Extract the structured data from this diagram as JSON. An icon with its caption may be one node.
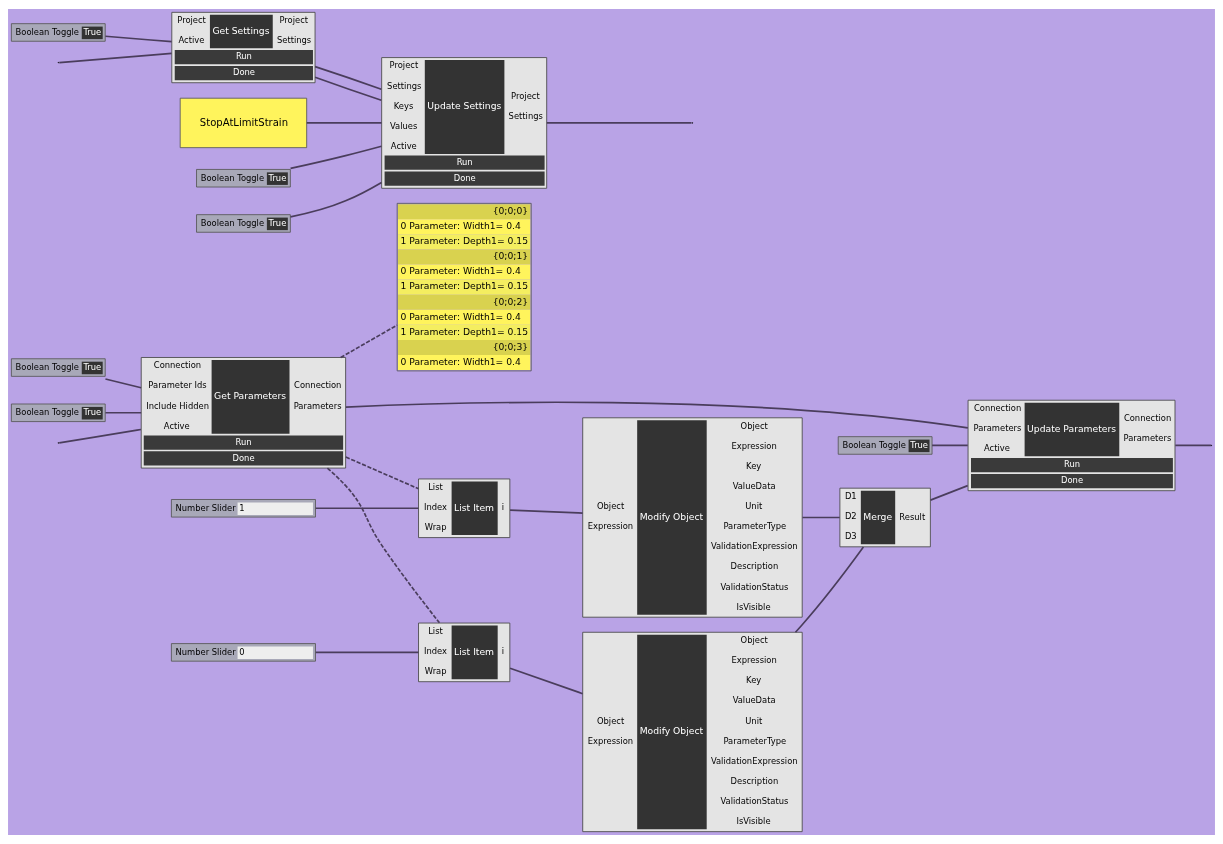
{
  "diagram": {
    "nodes": [
      {
        "text": [
          "{0;0;0}",
          "0 Parameter: Width1= 0.4",
          "1 Parameter: Depth1= 0.15",
          "{0;0;1}",
          "0 Parameter: Width1= 0.4",
          "1 Parameter: Depth1= 0.15",
          "{0;0;2}",
          "0 Parameter: Width1= 0.4",
          "1 Parameter: Depth1= 0.15",
          "{0;0;3}",
          "0 Parameter: Width1= 0.4"
        ]
      },
      {
        "text": [
          "Boolean Toggle",
          "True"
        ]
      },
      {
        "text": [
          "Project",
          "Active",
          "Get Settings",
          "Project",
          "Settings",
          "Run",
          "Done"
        ]
      },
      {
        "text": [
          "Project",
          "Settings",
          "Keys",
          "Values",
          "Active",
          "Update Settings",
          "Project",
          "Settings",
          "Run",
          "Done"
        ]
      },
      {
        "text": [
          "StopAtLimitStrain"
        ]
      },
      {
        "text": [
          "Boolean Toggle",
          "True"
        ]
      },
      {
        "text": [
          "Boolean Toggle",
          "True"
        ]
      },
      {
        "text": [
          "Boolean Toggle",
          "True"
        ]
      },
      {
        "text": [
          "Boolean Toggle",
          "True"
        ]
      },
      {
        "text": [
          "Connection",
          "Parameter Ids",
          "Include Hidden",
          "Active",
          "Get Parameters",
          "Connection",
          "Parameters",
          "Run",
          "Done"
        ]
      },
      {
        "text": [
          "Connection",
          "Parameters",
          "Active",
          "Update Parameters",
          "Connection",
          "Parameters",
          "Run",
          "Done"
        ]
      },
      {
        "text": [
          "Boolean Toggle",
          "True"
        ]
      },
      {
        "text": [
          "Number Slider",
          "0"
        ]
      },
      {
        "text": [
          "List",
          "Index",
          "Wrap",
          "List Item",
          "i"
        ]
      },
      {
        "text": [
          "Object",
          "Expression",
          "Modify Object",
          "Object",
          "Expression",
          "Key",
          "ValueData",
          "Unit",
          "ParameterType",
          "ValidationExpression",
          "Description",
          "ValidationStatus",
          "IsVisible"
        ]
      },
      {
        "text": [
          "D1",
          "D2",
          "D3",
          "Merge",
          "Result"
        ]
      },
      {
        "text": [
          "Number Slider",
          "1"
        ]
      },
      {
        "text": [
          "List",
          "Index",
          "Wrap",
          "List Item",
          "i"
        ]
      },
      {
        "text": [
          "Object",
          "Expression",
          "Modify Object",
          "Object",
          "Expression",
          "Key",
          "ValueData",
          "Unit",
          "ParameterType",
          "ValidationExpression",
          "Description",
          "ValidationStatus",
          "IsVisible"
        ]
      }
    ],
    "edges": [
      {
        "from": null,
        "to": 2,
        "arrow": "none"
      },
      {
        "from": 1,
        "to": 2,
        "arrow": "none"
      },
      {
        "from": 2,
        "to": 3,
        "arrow": "none"
      },
      {
        "from": 2,
        "to": 3,
        "arrow": "none"
      },
      {
        "from": 4,
        "to": 3,
        "arrow": "none"
      },
      {
        "from": 5,
        "to": 3,
        "arrow": "none"
      },
      {
        "from": 6,
        "to": 3,
        "arrow": "none"
      },
      {
        "from": 3,
        "to": null,
        "arrow": "none"
      },
      {
        "from": null,
        "to": 9,
        "arrow": "none"
      },
      {
        "from": 7,
        "to": 9,
        "arrow": "none"
      },
      {
        "from": 8,
        "to": 9,
        "arrow": "none"
      },
      {
        "from": 9,
        "to": 10,
        "arrow": "none"
      },
      {
        "from": 10,
        "to": null,
        "arrow": "none"
      },
      {
        "from": 9,
        "to": 0,
        "arrow": "none",
        "style": "dashed"
      },
      {
        "from": 9,
        "to": 13,
        "arrow": "none",
        "style": "dashed"
      },
      {
        "from": 9,
        "to": 17,
        "arrow": "none",
        "style": "dashed"
      },
      {
        "from": 12,
        "to": 13,
        "arrow": "none"
      },
      {
        "from": 13,
        "to": 14,
        "arrow": "none"
      },
      {
        "from": 14,
        "to": 15,
        "arrow": "none"
      },
      {
        "from": 18,
        "to": 15,
        "arrow": "none"
      },
      {
        "from": 15,
        "to": 10,
        "arrow": "none"
      },
      {
        "from": 11,
        "to": 10,
        "arrow": "none"
      },
      {
        "from": 16,
        "to": 17,
        "arrow": "none"
      },
      {
        "from": 17,
        "to": 18,
        "arrow": "none"
      }
    ]
  }
}
